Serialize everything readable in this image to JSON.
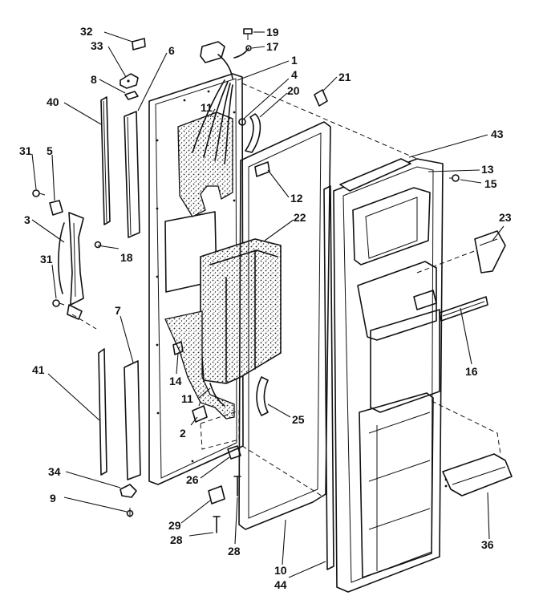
{
  "diagram": {
    "callouts": {
      "c32": "32",
      "c33": "33",
      "c6": "6",
      "c8": "8",
      "c40": "40",
      "c31a": "31",
      "c5": "5",
      "c3": "3",
      "c31b": "31",
      "c18": "18",
      "c7": "7",
      "c41": "41",
      "c34": "34",
      "c9": "9",
      "c19": "19",
      "c17": "17",
      "c1": "1",
      "c4": "4",
      "c20": "20",
      "c11a": "11",
      "c11b": "11",
      "c21": "21",
      "c12": "12",
      "c22": "22",
      "c14": "14",
      "c2": "2",
      "c26": "26",
      "c29": "29",
      "c28a": "28",
      "c28b": "28",
      "c25": "25",
      "c10": "10",
      "c44": "44",
      "c43": "43",
      "c13": "13",
      "c15": "15",
      "c23": "23",
      "c16": "16",
      "c36": "36"
    }
  }
}
